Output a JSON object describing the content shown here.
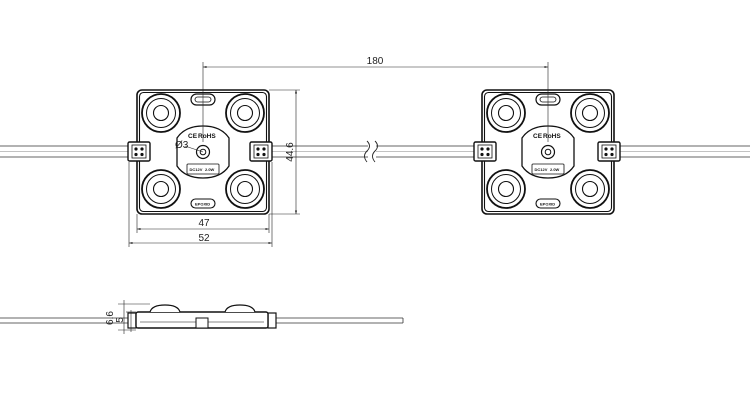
{
  "dimensions": {
    "pitch": "180",
    "inner_width": "47",
    "outer_width": "52",
    "height": "44.6",
    "hole_diameter": "Ø3",
    "side_total": "6.6",
    "side_base": "5"
  },
  "module_labels": {
    "rohs": "RoHS",
    "ce": "CE",
    "voltage": "DC12V",
    "power": "2.0W",
    "brand": "EPOXID"
  }
}
